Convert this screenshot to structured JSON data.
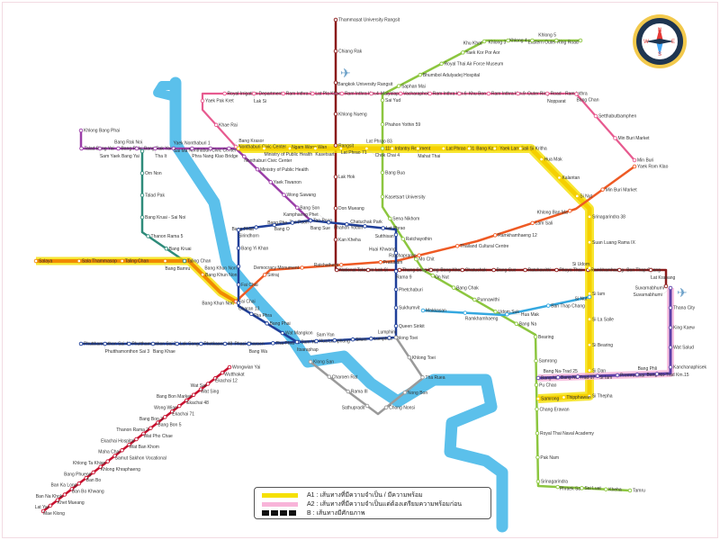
{
  "legend": {
    "a1": "A1 : เส้นทางที่มีความจำเป็น / มีความพร้อม",
    "a2": "A2 : เส้นทางที่มีความจำเป็นแต่ต้องเตรียมความพร้อมก่อน",
    "b": "B : เส้นทางมีศักยภาพ",
    "colors": {
      "a1": "#f5e000",
      "a2": "#f8b4d9",
      "b": "#111111"
    }
  },
  "compass": {
    "n": "N",
    "e": "E",
    "s": "S",
    "w": "W"
  },
  "river_color": "#5bc0eb",
  "lines": [
    {
      "id": "darkred",
      "color": "#8b1a1a",
      "stations": [
        "Thammasat University Rangsit",
        "Chiang Rak",
        "Bangkok University Rangsit",
        "Khlong Nueng",
        "Rangsit",
        "Lak Hok",
        "Don Mueang",
        "Kan Kheha",
        "National Telecom",
        "Lak Si",
        "Thung Song Hong",
        "Bang Khen",
        "Chatuchak",
        "Bang Sue",
        "Ratchawithi",
        "Phaya Thai",
        "Ramkhamhaeng",
        "Ban Thap Chang",
        "Lat Krabang",
        "Suvarnabhumi"
      ]
    },
    {
      "id": "pink",
      "color": "#e75a8f",
      "stations": [
        "Nonthaburi Civic Center",
        "Khae Rai",
        "Yaek Pak Kret",
        "Royal Irrigation Department",
        "Lak Si",
        "Ram Inthra 3",
        "Lat Pla Khao",
        "Ram Inthra Km.4",
        "Maiyalap",
        "Vacharaphol",
        "Ram Inthra Km.6",
        "Khu Bon",
        "Ram Inthra Km.9",
        "Outer Ring Road - Ram Inthra",
        "Nopparat",
        "Bang Chan",
        "Setthabutbamphen",
        "Min Buri Market",
        "Min Buri"
      ]
    },
    {
      "id": "green",
      "color": "#8cc63f",
      "stations": [
        "Eastern Outer Ring Road",
        "Khlong 5",
        "Khlong 4",
        "Khlong 3",
        "Khu Khot",
        "Yaek Kor Por Aor",
        "Royal Thai Air Force Museum",
        "Bhumibol Adulyadej Hospital",
        "Saphan Mai",
        "Sai Yud",
        "Phahon Yothin 59",
        "11th Infantry Regiment",
        "Bang Bua",
        "Kasetsart University",
        "Sena Nikhom",
        "Ratchayothin",
        "Mo Chit",
        "On Nut",
        "Bang Chak",
        "Punnawithi",
        "Udom Suk",
        "Bang Na",
        "Bearing",
        "Samrong",
        "Pu Chao",
        "Chang Erawan",
        "Royal Thai Naval Academy",
        "Pak Nam",
        "Srinagarindra",
        "Phraek Sa",
        "Sai Luat",
        "Kheha",
        "Tamru"
      ]
    },
    {
      "id": "yellow",
      "color": "#f5d000",
      "stations": [
        "Nonthaburi Civic Center",
        "Ministry of Public Health",
        "Ngam Wong Wan",
        "Kasetsart",
        "Lat Phrao 71",
        "Chok Chai 4",
        "Lat Phrao 83",
        "Mahat Thai",
        "Lat Phrao 101",
        "Bang Kapi",
        "Yaek Lam Sali",
        "Si Kritha",
        "Hua Mak",
        "Kalantan",
        "Si Nut",
        "Srinagarindra 38",
        "Suan Luang Rama IX",
        "Si Udom",
        "Si Iam",
        "Si La Salle",
        "Si Bearing",
        "Si Dan",
        "Si Thepha",
        "Thipphawan",
        "Samrong"
      ]
    },
    {
      "id": "purple",
      "color": "#9b3fa8",
      "stations": [
        "Khlong Bang Phai",
        "Talad Bang Yai",
        "Sam Yaek Bang Yai",
        "Bang Phlu",
        "Bang Rak Yai",
        "Tha It",
        "Sai Ma",
        "Phra Nang Klao Bridge",
        "Yaek Nonthaburi 1",
        "Bang Krasor",
        "Nonthaburi Civic Center",
        "Ministry of Public Health",
        "Yaek Tiwanon",
        "Wong Sawang",
        "Bang Son",
        "Tao Poon"
      ]
    },
    {
      "id": "teal",
      "color": "#2e8b7a",
      "stations": [
        "Bang Rak Noi",
        "Om Non",
        "Talad Pak",
        "Bang Kruai - Sai Noi",
        "Thanon Rama 5",
        "Bang Kruai",
        "Taling Chan"
      ]
    },
    {
      "id": "lightred",
      "color": "#f08a00",
      "stations": [
        "Salaya",
        "Sala Thammasop",
        "Taling Chan",
        "Bang Bamru",
        "Bang Khun Non",
        "Fai Chai"
      ]
    },
    {
      "id": "orange",
      "color": "#ee5a24",
      "stations": [
        "Bang Khun Non",
        "Siriraj",
        "Democracy Monument",
        "Ratchathewi",
        "Pratunam",
        "Ratchaprarop",
        "Thailand Cultural Centre",
        "Ramkhamhaeng 12",
        "Lam Sali",
        "Khlong Ban Ma",
        "Min Buri Market",
        "Yaek Rom Klao"
      ]
    },
    {
      "id": "blue",
      "color": "#1f3f99",
      "stations": [
        "Tao Poon",
        "Bang Pho",
        "Bang O",
        "Bang Phlat",
        "Sirindhorn",
        "Bang Yi Khan",
        "Bang Khun Non",
        "Fai Chai",
        "Charan 13",
        "Tha Phra",
        "Bang Phai",
        "Wat Mangkon",
        "Sam Yot",
        "Hua Lamphong",
        "Sam Yan",
        "Silom",
        "Lumphini",
        "Khlong Toei",
        "Queen Sirikit",
        "Sukhumvit",
        "Phetchaburi",
        "Rama 9",
        "Huai Khwang",
        "Sutthisan",
        "Lat Phrao",
        "Phahon Yothin",
        "Chatuchak Park",
        "Kamphaeng Phet",
        "Bang Sue"
      ]
    },
    {
      "id": "bluewest",
      "color": "#1f3f99",
      "stations": [
        "Phutthamonthon Sai 4",
        "Phutthamonthon Sai 3",
        "Phutthamonthon Sai 2",
        "Bang Khae",
        "Lak Song",
        "Phetkasem 48",
        "Phasi Charoen",
        "Bang Wa",
        "Tha Phra",
        "Itsaraphap"
      ]
    },
    {
      "id": "redsw",
      "color": "#c8102e",
      "stations": [
        "Wongwian Yai",
        "Wutthakat",
        "Ekachai 12",
        "Wat Sai",
        "Wat Sing",
        "Bang Bon Market",
        "Ekachai 48",
        "Wong Wian",
        "Ekachai 71",
        "Bang Bon 3",
        "Bang Bon 5",
        "Thanon Rama 2",
        "Wat Pho Chae",
        "Ekachai Hospital",
        "Wat Ban Khom",
        "Maha Chai",
        "Samut Sakhon Vocational",
        "Khlong Ta Khian",
        "Khlong Khraphaeng",
        "Bang Phueng",
        "Ban Bo",
        "Ban Ka Long",
        "Ban Bo Khwang",
        "Ban Na Khok",
        "Khet Mueang",
        "Lat Yai",
        "Mae Klong"
      ]
    },
    {
      "id": "purpleeast",
      "color": "#5b3fa8",
      "stations": [
        "Bang Na",
        "Bang Na-Trad 17",
        "Bang Na-Trad 25",
        "Si Iam",
        "Premruethai",
        "Bang Na-Trad Km.15",
        "Bang Phli",
        "Kanchanaphisek",
        "Wat Salud",
        "King Kaew",
        "Thana City",
        "Suvarnabhumi"
      ]
    },
    {
      "id": "airport",
      "color": "#35a8e0",
      "stations": [
        "Makkasan",
        "Ramkhamhaeng",
        "Hua Mak",
        "Ban Thap Chang",
        "Si Nut"
      ]
    },
    {
      "id": "gray",
      "color": "#9a9a9a",
      "stations": [
        "Lumphini",
        "Khlong Toei",
        "Tha Ruea",
        "Nong Bon",
        "Chong Nonsi",
        "Sathupradit",
        "Rama III",
        "Charoen Rat",
        "Klong San"
      ]
    }
  ]
}
